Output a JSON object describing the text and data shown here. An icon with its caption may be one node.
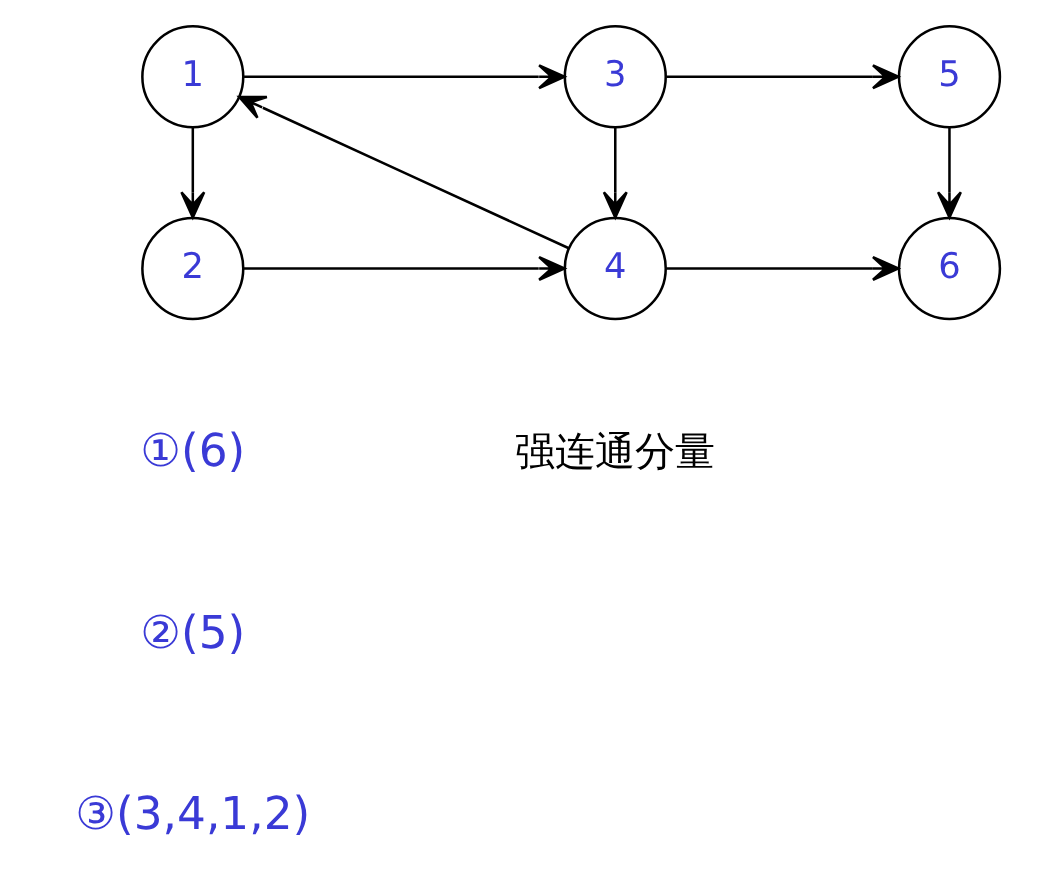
{
  "diagram": {
    "nodes": [
      {
        "text": [
          "1"
        ]
      },
      {
        "text": [
          "3"
        ]
      },
      {
        "text": [
          "5"
        ]
      },
      {
        "text": [
          "2"
        ]
      },
      {
        "text": [
          "4"
        ]
      },
      {
        "text": [
          "6"
        ]
      }
    ],
    "edges": [
      {
        "from": 0,
        "to": 1,
        "arrow": "to"
      },
      {
        "from": 1,
        "to": 2,
        "arrow": "to"
      },
      {
        "from": 0,
        "to": 3,
        "arrow": "to"
      },
      {
        "from": 1,
        "to": 4,
        "arrow": "to"
      },
      {
        "from": 2,
        "to": 5,
        "arrow": "to"
      },
      {
        "from": 3,
        "to": 4,
        "arrow": "to"
      },
      {
        "from": 4,
        "to": 0,
        "arrow": "to"
      },
      {
        "from": 4,
        "to": 5,
        "arrow": "to"
      }
    ],
    "labels": [
      "①(6)",
      "强连通分量",
      "②(5)",
      "③(3,4,1,2)"
    ]
  }
}
